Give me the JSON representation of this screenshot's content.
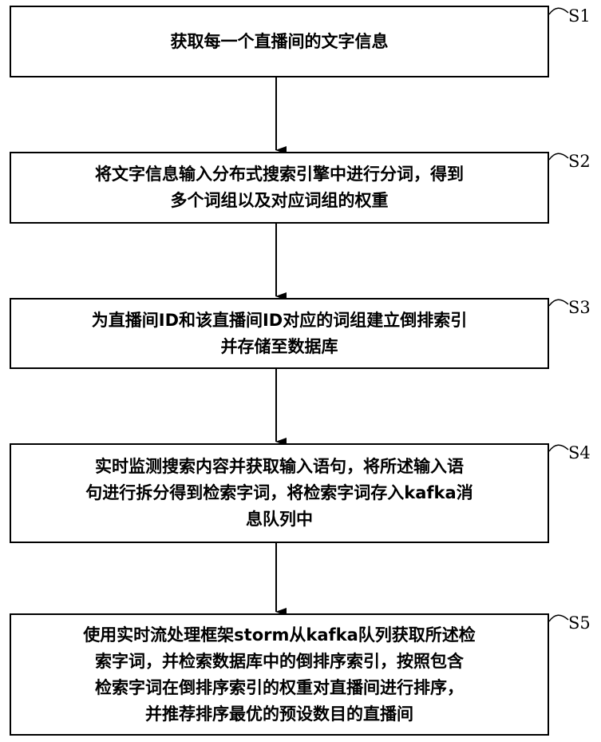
{
  "steps": [
    {
      "id": "S1",
      "lines": [
        "获取每一个直播间的文字信息"
      ]
    },
    {
      "id": "S2",
      "lines": [
        "将文字信息输入分布式搜索引擎中进行分词，得到",
        "多个词组以及对应词组的权重"
      ]
    },
    {
      "id": "S3",
      "lines": [
        "为直播间ID和该直播间ID对应的词组建立倒排索引",
        "并存储至数据库"
      ]
    },
    {
      "id": "S4",
      "lines": [
        "实时监测搜索内容并获取输入语句，将所述输入语",
        "句进行拆分得到检索字词，将检索字词存入kafka消",
        "息队列中"
      ]
    },
    {
      "id": "S5",
      "lines": [
        "使用实时流处理框架storm从kafka队列获取所述检",
        "索字词，并检索数据库中的倒排序索引，按照包含",
        "检索字词在倒排序索引的权重对直播间进行排序，",
        "并推荐排序最优的预设数目的直播间"
      ]
    }
  ]
}
